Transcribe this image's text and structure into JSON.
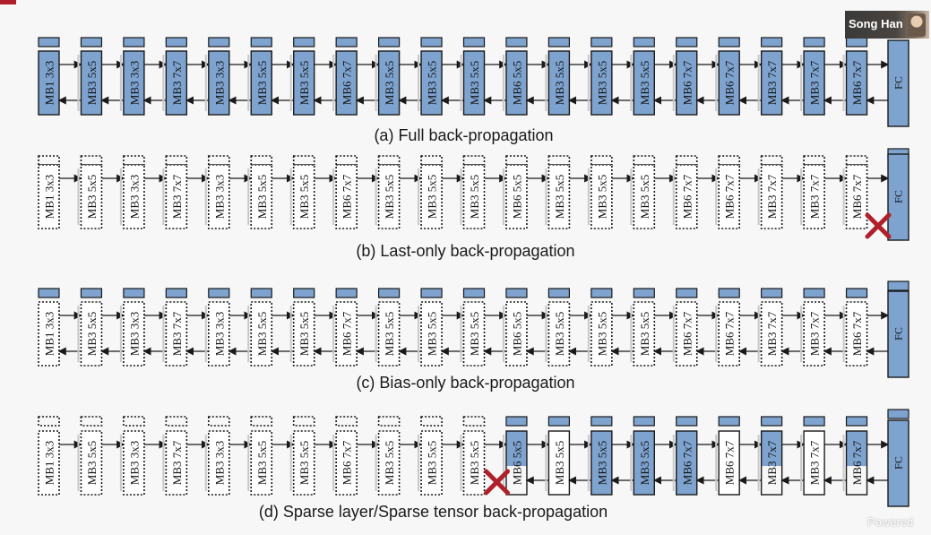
{
  "presenter": {
    "name": "Song Han"
  },
  "watermark": "Powered",
  "colors": {
    "fill": "#7ea3cf",
    "stroke": "#1a1a1a",
    "x_mark": "#b0202a",
    "background": "#f7f7f7"
  },
  "diagram": {
    "blocks": [
      "MB1 3x3",
      "MB3 5x5",
      "MB3 3x3",
      "MB3 7x7",
      "MB3 3x3",
      "MB3 5x5",
      "MB3 5x5",
      "MB6 7x7",
      "MB3 5x5",
      "MB3 5x5",
      "MB3 5x5",
      "MB6 5x5",
      "MB3 5x5",
      "MB3 5x5",
      "MB3 5x5",
      "MB6 7x7",
      "MB6 7x7",
      "MB3 7x7",
      "MB3 7x7",
      "MB6 7x7"
    ],
    "head": "FC",
    "rows": [
      {
        "caption": "(a) Full back-propagation",
        "block_fill": "full",
        "bias_filled": true,
        "backward_arrows": true,
        "head_bias_filled": false,
        "x_mark": "none"
      },
      {
        "caption": "(b) Last-only back-propagation",
        "block_fill": "none",
        "bias_filled": false,
        "backward_arrows": false,
        "head_bias_filled": true,
        "x_mark": "head"
      },
      {
        "caption": "(c) Bias-only back-propagation",
        "block_fill": "none",
        "bias_filled": true,
        "backward_arrows": true,
        "head_bias_filled": true,
        "x_mark": "none"
      },
      {
        "caption": "(d) Sparse layer/Sparse tensor back-propagation",
        "block_fill": "sparse",
        "sparse_start": 11,
        "sparse_block_fill": [
          "partial",
          "none",
          "full",
          "full",
          "full",
          "none",
          "partial",
          "none",
          "partial"
        ],
        "bias_filled_from": 11,
        "backward_arrows_from": 11,
        "head_bias_filled": true,
        "x_mark": "block-10"
      }
    ]
  }
}
